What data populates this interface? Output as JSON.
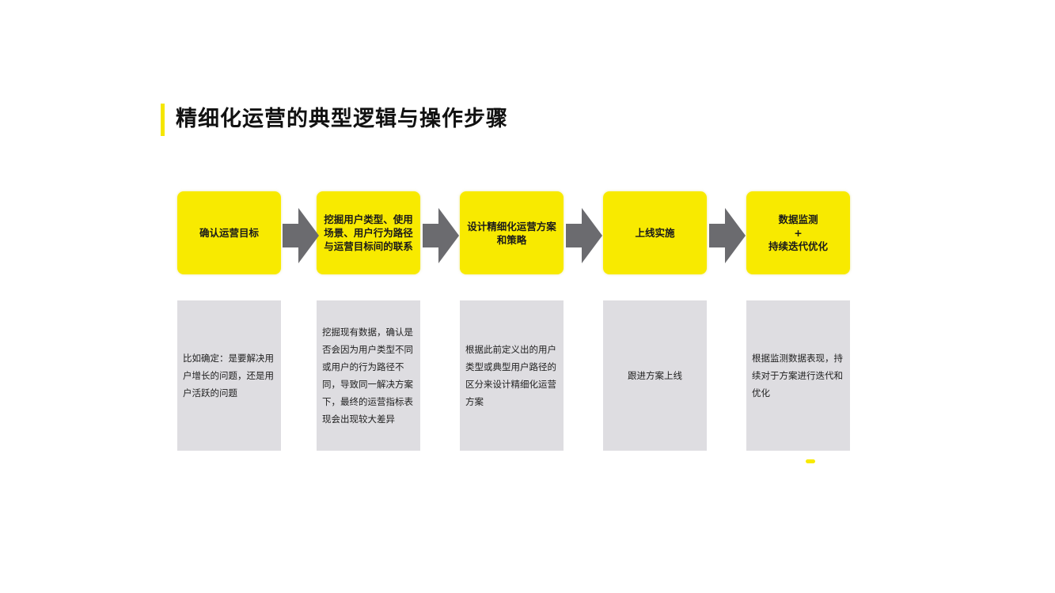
{
  "title": "精细化运营的典型逻辑与操作步骤",
  "accent_color": "#f8ea00",
  "arrow_color": "#6b6b6f",
  "desc_bg_color": "#dedde1",
  "steps": [
    {
      "label": "确认运营目标",
      "desc": "比如确定：是要解决用户增长的问题，还是用户活跃的问题"
    },
    {
      "label": "挖掘用户类型、使用场景、用户行为路径与运营目标间的联系",
      "desc": "挖掘现有数据，确认是否会因为用户类型不同或用户的行为路径不同，导致同一解决方案下，最终的运营指标表现会出现较大差异"
    },
    {
      "label": "设计精细化运营方案和策略",
      "desc": "根据此前定义出的用户类型或典型用户路径的区分来设计精细化运营方案"
    },
    {
      "label": "上线实施",
      "desc": "跟进方案上线"
    },
    {
      "label": "数据监测\n+\n持续迭代优化",
      "desc": "根据监测数据表现，持续对于方案进行迭代和优化"
    }
  ]
}
